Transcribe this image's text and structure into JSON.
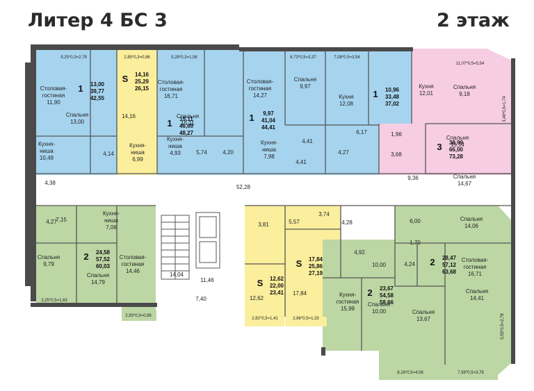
{
  "header": {
    "title": "Литер 4 БС 3",
    "floor": "2 этаж"
  },
  "colors": {
    "blue": "#a6d4ef",
    "yellow": "#fbee9c",
    "pink": "#f6cde2",
    "green": "#bcd6a4",
    "wall": "#4a4a4a"
  },
  "apartments": [
    {
      "id": "a1",
      "rooms": "1",
      "living": "13,00",
      "total": "39,77",
      "area": "42,55"
    },
    {
      "id": "a2",
      "rooms": "S",
      "living": "14,16",
      "total": "25,29",
      "area": "26,15"
    },
    {
      "id": "a3",
      "rooms": "1",
      "living": "15,11",
      "total": "46,69",
      "area": "48,27"
    },
    {
      "id": "a4",
      "rooms": "1",
      "living": "9,97",
      "total": "41,04",
      "area": "44,41"
    },
    {
      "id": "a5",
      "rooms": "1",
      "living": "10,96",
      "total": "33,48",
      "area": "37,02"
    },
    {
      "id": "a6",
      "rooms": "3",
      "living": "38,99",
      "total": "66,00",
      "area": "73,28"
    },
    {
      "id": "a7",
      "rooms": "2",
      "living": "24,58",
      "total": "57,52",
      "area": "60,03"
    },
    {
      "id": "a8",
      "rooms": "S",
      "living": "17,84",
      "total": "25,86",
      "area": "27,19"
    },
    {
      "id": "a9",
      "rooms": "S",
      "living": "12,62",
      "total": "22,00",
      "area": "23,41"
    },
    {
      "id": "a10",
      "rooms": "2",
      "living": "23,67",
      "total": "54,58",
      "area": "58,66"
    },
    {
      "id": "a11",
      "rooms": "2",
      "living": "28,47",
      "total": "57,12",
      "area": "63,68"
    }
  ],
  "rooms": [
    {
      "id": "r1",
      "name": "Столовая-\nгостиная",
      "area": "11,90"
    },
    {
      "id": "r2",
      "name": "Спальня",
      "area": "13,00"
    },
    {
      "id": "r3",
      "name": "Кухня-\nниша",
      "area": "10,49"
    },
    {
      "id": "r4",
      "name": "",
      "area": "4,38"
    },
    {
      "id": "r5",
      "name": "",
      "area": "4,14"
    },
    {
      "id": "r6",
      "name": "",
      "area": "14,16"
    },
    {
      "id": "r7",
      "name": "Кухня-\nниша",
      "area": "6,99"
    },
    {
      "id": "r8",
      "name": "Столовая-\nгостиная",
      "area": "16,71"
    },
    {
      "id": "r9",
      "name": "Спальня",
      "area": "15,11"
    },
    {
      "id": "r10",
      "name": "Кухня-\nниша",
      "area": "4,93"
    },
    {
      "id": "r11",
      "name": "",
      "area": "5,74"
    },
    {
      "id": "r12",
      "name": "",
      "area": "4,20"
    },
    {
      "id": "r13",
      "name": "Столовая-\nгостиная",
      "area": "14,27"
    },
    {
      "id": "r14",
      "name": "Спальня",
      "area": "9,97"
    },
    {
      "id": "r15",
      "name": "Кухня-\nниша",
      "area": "7,98"
    },
    {
      "id": "r16",
      "name": "",
      "area": "4,41"
    },
    {
      "id": "r17",
      "name": "",
      "area": "4,41"
    },
    {
      "id": "r18",
      "name": "Кухня",
      "area": "12,08"
    },
    {
      "id": "r19",
      "name": "",
      "area": "6,17"
    },
    {
      "id": "r20",
      "name": "",
      "area": "4,27"
    },
    {
      "id": "r21",
      "name": "Кухня",
      "area": "12,01"
    },
    {
      "id": "r22",
      "name": "Спальня",
      "area": "9,18"
    },
    {
      "id": "r23",
      "name": "",
      "area": "1,96"
    },
    {
      "id": "r24",
      "name": "",
      "area": "3,68"
    },
    {
      "id": "r25",
      "name": "Спальня",
      "area": "15,14"
    },
    {
      "id": "r26",
      "name": "",
      "area": "9,36"
    },
    {
      "id": "r27",
      "name": "Спальня",
      "area": "14,67"
    },
    {
      "id": "r28",
      "name": "",
      "area": "52,28"
    },
    {
      "id": "r29",
      "name": "",
      "area": "4,27"
    },
    {
      "id": "r30",
      "name": "",
      "area": "7,15"
    },
    {
      "id": "r31",
      "name": "Кухня-\nниша",
      "area": "7,06"
    },
    {
      "id": "r32",
      "name": "Спальня",
      "area": "9,79"
    },
    {
      "id": "r33",
      "name": "Спальня",
      "area": "14,79"
    },
    {
      "id": "r34",
      "name": "Столовая-\nгостиная",
      "area": "14,46"
    },
    {
      "id": "r35",
      "name": "",
      "area": "14,04"
    },
    {
      "id": "r36",
      "name": "",
      "area": "11,46"
    },
    {
      "id": "r37",
      "name": "",
      "area": "7,40"
    },
    {
      "id": "r38",
      "name": "",
      "area": "3,81"
    },
    {
      "id": "r39",
      "name": "",
      "area": "5,57"
    },
    {
      "id": "r40",
      "name": "",
      "area": "3,74"
    },
    {
      "id": "r41",
      "name": "",
      "area": "4,28"
    },
    {
      "id": "r42",
      "name": "",
      "area": "12,62"
    },
    {
      "id": "r43",
      "name": "",
      "area": "17,84"
    },
    {
      "id": "r44",
      "name": "",
      "area": "4,92"
    },
    {
      "id": "r45",
      "name": "",
      "area": "10,00"
    },
    {
      "id": "r46",
      "name": "Кухня-\nгостиная",
      "area": "15,99"
    },
    {
      "id": "r47",
      "name": "Спальня",
      "area": "10,00"
    },
    {
      "id": "r48",
      "name": "Спальня",
      "area": "13,67"
    },
    {
      "id": "r49",
      "name": "",
      "area": "6,00"
    },
    {
      "id": "r50",
      "name": "Спальня",
      "area": "14,06"
    },
    {
      "id": "r51",
      "name": "",
      "area": "1,70"
    },
    {
      "id": "r52",
      "name": "",
      "area": "4,24"
    },
    {
      "id": "r53",
      "name": "Столовая-\nгостиная",
      "area": "16,71"
    },
    {
      "id": "r54",
      "name": "Спальня",
      "area": "14,41"
    }
  ],
  "balconies": [
    {
      "id": "b1",
      "text": "9,25*0,3=2,78"
    },
    {
      "id": "b2",
      "text": "2,85*0,3=0,86"
    },
    {
      "id": "b3",
      "text": "5,28*0,3=1,58"
    },
    {
      "id": "b4",
      "text": "6,73*0,5=3,37"
    },
    {
      "id": "b5",
      "text": "7,08*0,5=3,54"
    },
    {
      "id": "b6",
      "text": "11,07*0,5=5,54"
    },
    {
      "id": "b7",
      "text": "3,48*0,5=1,74"
    },
    {
      "id": "b8",
      "text": "3,25*0,5=1,63"
    },
    {
      "id": "b9",
      "text": "2,93*0,3=0,88"
    },
    {
      "id": "b10",
      "text": "2,82*0,5=1,41"
    },
    {
      "id": "b11",
      "text": "2,66*0,5=1,33"
    },
    {
      "id": "b12",
      "text": "8,16*0,5=4,08"
    },
    {
      "id": "b13",
      "text": "7,59*0,5=3,78"
    },
    {
      "id": "b14",
      "text": "5,55*0,5=2,78"
    }
  ]
}
